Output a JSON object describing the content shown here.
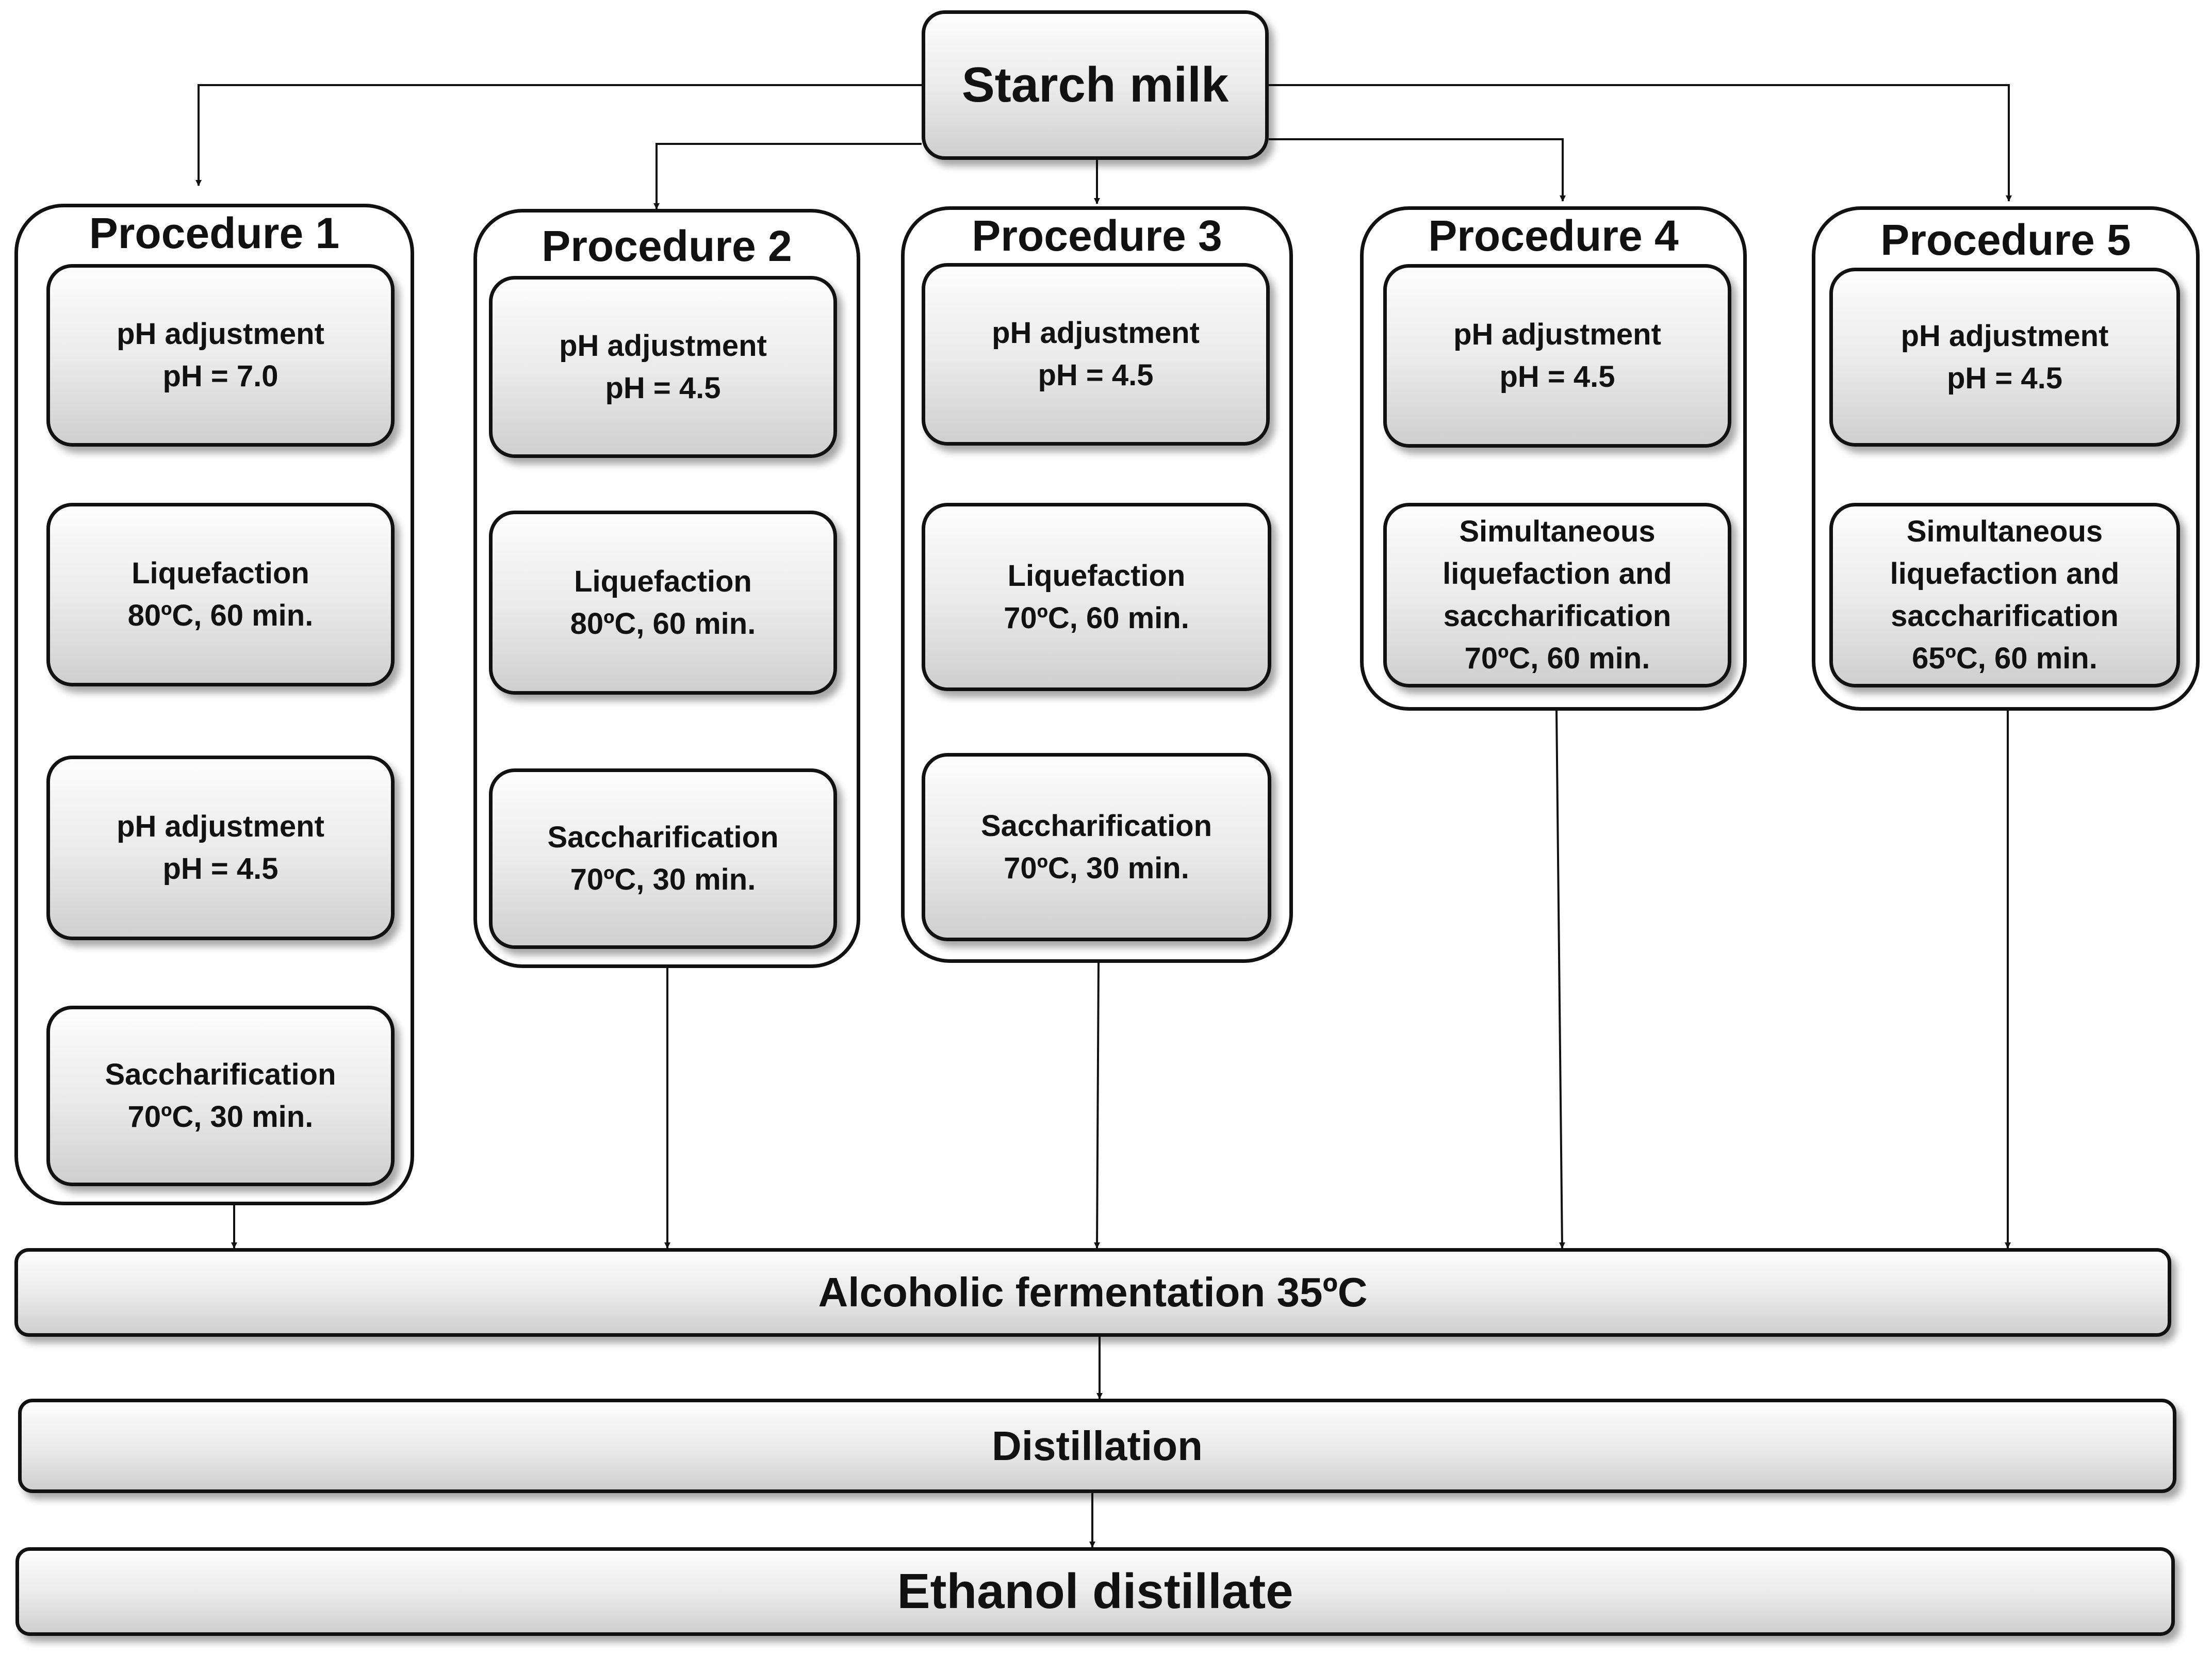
{
  "source": {
    "label": "Starch milk"
  },
  "procedures": [
    {
      "title": "Procedure 1",
      "steps": [
        {
          "line1": "pH adjustment",
          "line2": "pH = 7.0"
        },
        {
          "line1": "Liquefaction",
          "line2": "80ºC, 60 min."
        },
        {
          "line1": "pH adjustment",
          "line2": "pH = 4.5"
        },
        {
          "line1": "Saccharification",
          "line2": "70ºC, 30 min."
        }
      ]
    },
    {
      "title": "Procedure 2",
      "steps": [
        {
          "line1": "pH adjustment",
          "line2": "pH = 4.5"
        },
        {
          "line1": "Liquefaction",
          "line2": "80ºC, 60 min."
        },
        {
          "line1": "Saccharification",
          "line2": "70ºC, 30 min."
        }
      ]
    },
    {
      "title": "Procedure 3",
      "steps": [
        {
          "line1": "pH adjustment",
          "line2": "pH = 4.5"
        },
        {
          "line1": "Liquefaction",
          "line2": "70ºC, 60 min."
        },
        {
          "line1": "Saccharification",
          "line2": "70ºC, 30 min."
        }
      ]
    },
    {
      "title": "Procedure 4",
      "steps": [
        {
          "line1": "pH adjustment",
          "line2": "pH = 4.5"
        },
        {
          "line1": "Simultaneous",
          "line2": "liquefaction and",
          "line3": "saccharification",
          "line4": "70ºC, 60 min."
        }
      ]
    },
    {
      "title": "Procedure 5",
      "steps": [
        {
          "line1": "pH adjustment",
          "line2": "pH = 4.5"
        },
        {
          "line1": "Simultaneous",
          "line2": "liquefaction and",
          "line3": "saccharification",
          "line4": "65ºC, 60 min."
        }
      ]
    }
  ],
  "fermentation": {
    "label": "Alcoholic fermentation 35ºC"
  },
  "distillation": {
    "label": "Distillation"
  },
  "product": {
    "label": "Ethanol distillate"
  }
}
